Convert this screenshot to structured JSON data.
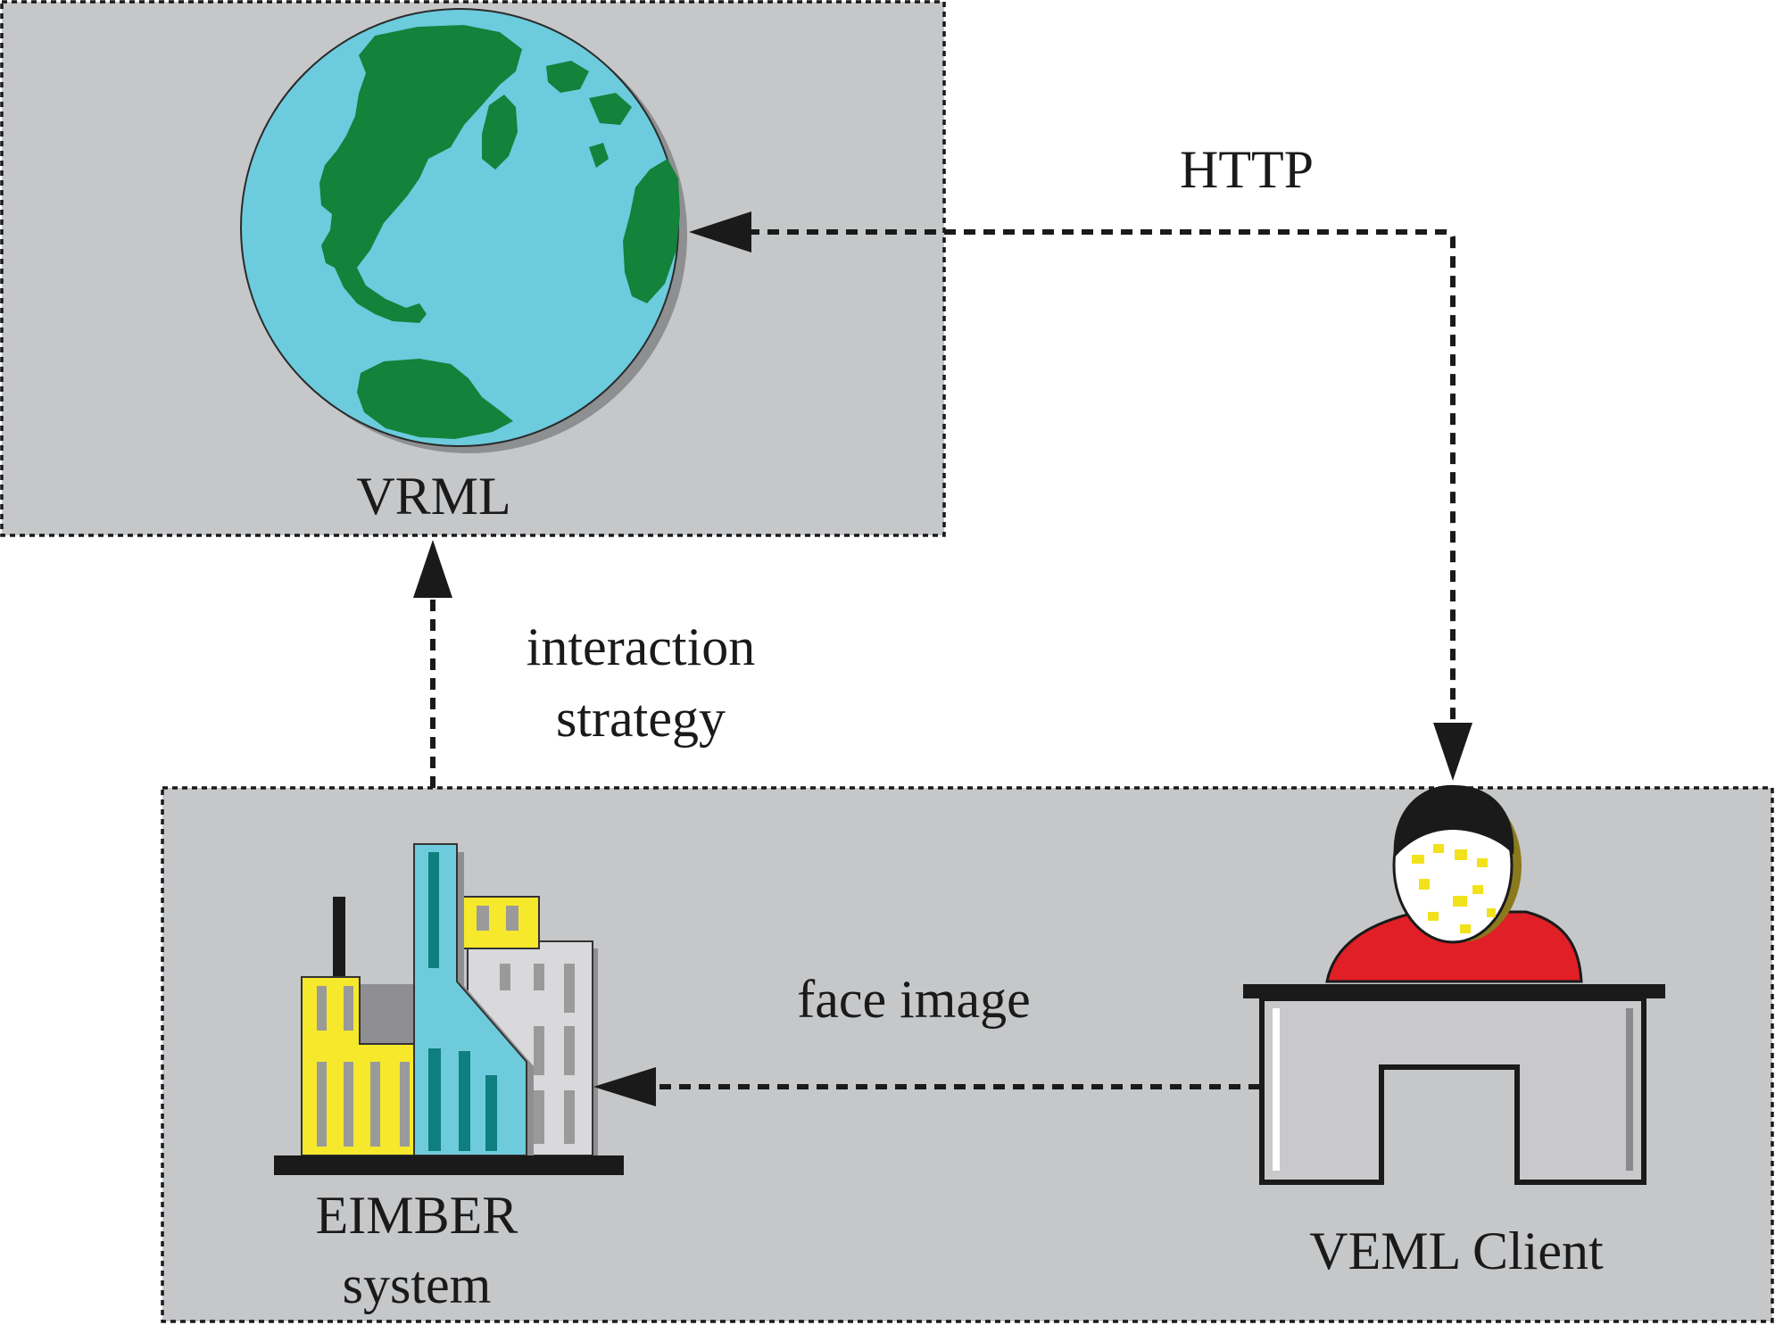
{
  "colors": {
    "panel_fill": "#c6c7c9",
    "ocean": "#6ccbdc",
    "land": "#13823b",
    "building_yellow": "#f6e82b",
    "building_blue": "#6ecbdc",
    "building_teal": "#0e7f7e",
    "window_gray": "#9a9a9a",
    "shirt_red": "#e01f26",
    "desk_gray": "#c9c9cb",
    "ink": "#1a1a1a"
  },
  "icons": {
    "vrml_node": "globe-icon",
    "eimber_node": "city-buildings-icon",
    "client_node": "person-at-desk-icon"
  },
  "nodes": {
    "vrml": {
      "label": "VRML"
    },
    "eimber": {
      "label_line1": "EIMBER",
      "label_line2": "system"
    },
    "client": {
      "label": "VEML Client"
    }
  },
  "edges": {
    "http": {
      "label": "HTTP"
    },
    "interaction": {
      "label_line1": "interaction",
      "label_line2": "strategy"
    },
    "face_image": {
      "label": "face image"
    }
  }
}
